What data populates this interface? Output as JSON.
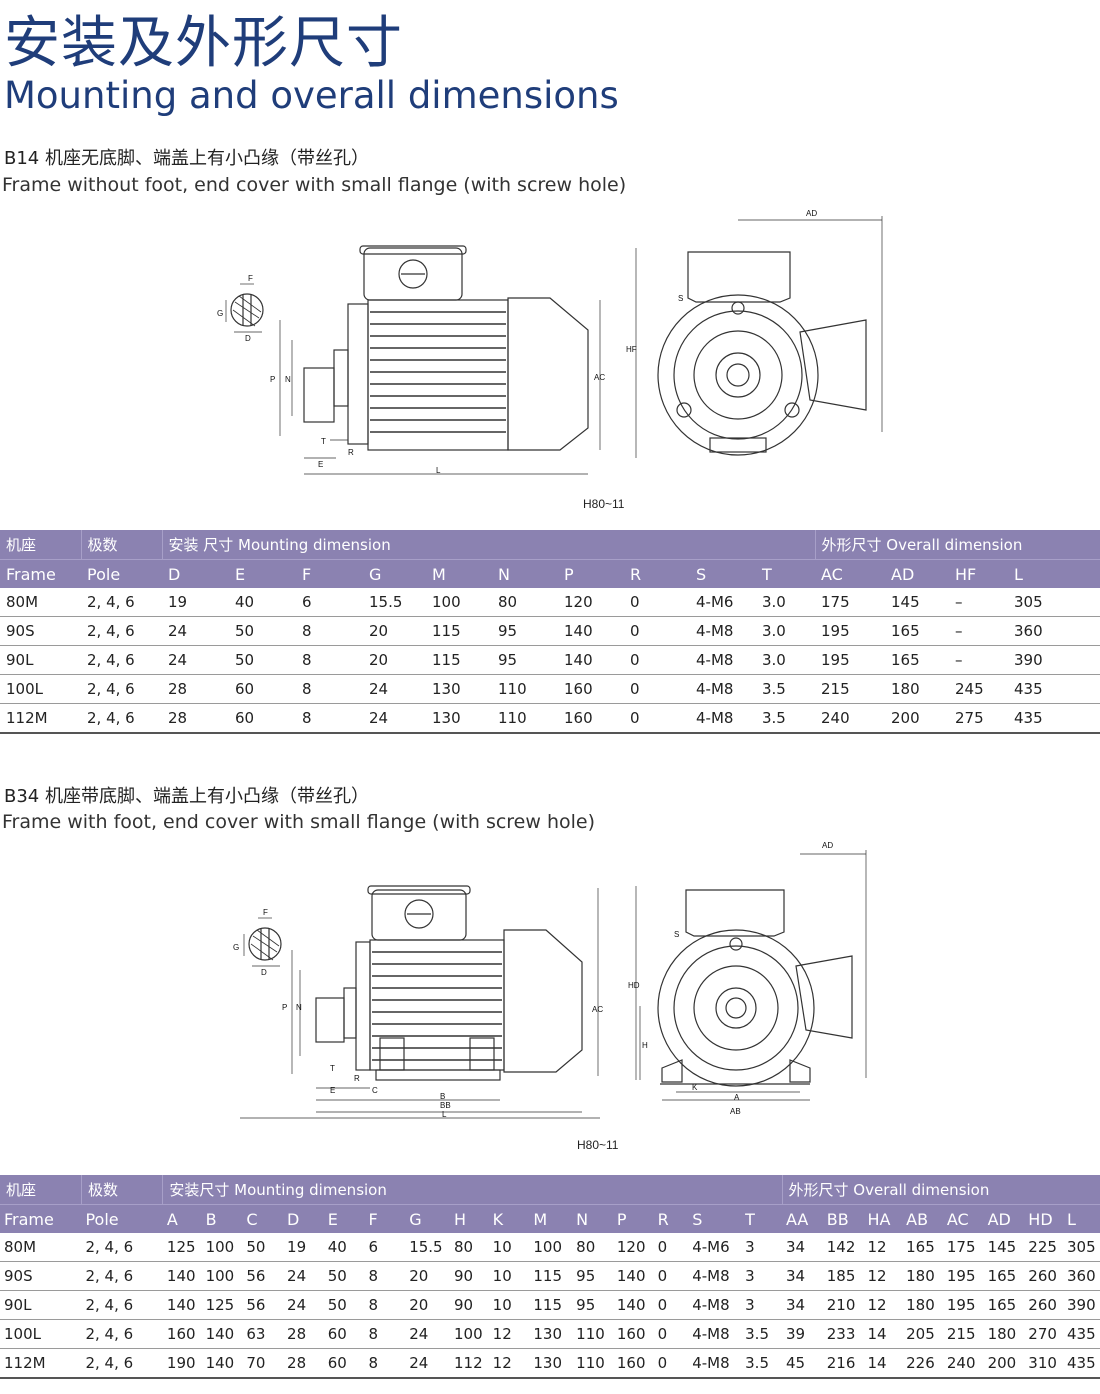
{
  "header": {
    "title_zh": "安装及外形尺寸",
    "title_en": "Mounting and overall dimensions"
  },
  "section_b14": {
    "title_zh": "B14 机座无底脚、端盖上有小凸缘（带丝孔）",
    "title_en": "Frame without foot, end cover with small flange (with screw hole)",
    "caption": "H80~11",
    "labels": [
      "AD",
      "F",
      "G",
      "D",
      "P",
      "N",
      "T",
      "R",
      "E",
      "L",
      "AC",
      "S",
      "HF"
    ],
    "table": {
      "group_frame_zh": "机座",
      "group_pole_zh": "极数",
      "group_mounting": "安装 尺寸 Mounting dimension",
      "group_overall": "外形尺寸 Overall dimension",
      "col_frame": "Frame",
      "col_pole": "Pole",
      "columns": [
        "D",
        "E",
        "F",
        "G",
        "M",
        "N",
        "P",
        "R",
        "S",
        "T",
        "AC",
        "AD",
        "HF",
        "L"
      ],
      "rows": [
        [
          "80M",
          "2, 4, 6",
          "19",
          "40",
          "6",
          "15.5",
          "100",
          "80",
          "120",
          "0",
          "4-M6",
          "3.0",
          "175",
          "145",
          "–",
          "305"
        ],
        [
          "90S",
          "2, 4, 6",
          "24",
          "50",
          "8",
          "20",
          "115",
          "95",
          "140",
          "0",
          "4-M8",
          "3.0",
          "195",
          "165",
          "–",
          "360"
        ],
        [
          "90L",
          "2, 4, 6",
          "24",
          "50",
          "8",
          "20",
          "115",
          "95",
          "140",
          "0",
          "4-M8",
          "3.0",
          "195",
          "165",
          "–",
          "390"
        ],
        [
          "100L",
          "2, 4, 6",
          "28",
          "60",
          "8",
          "24",
          "130",
          "110",
          "160",
          "0",
          "4-M8",
          "3.5",
          "215",
          "180",
          "245",
          "435"
        ],
        [
          "112M",
          "2, 4, 6",
          "28",
          "60",
          "8",
          "24",
          "130",
          "110",
          "160",
          "0",
          "4-M8",
          "3.5",
          "240",
          "200",
          "275",
          "435"
        ]
      ]
    }
  },
  "section_b34": {
    "title_zh": "B34 机座带底脚、端盖上有小凸缘（带丝孔）",
    "title_en": "Frame with foot, end cover with small flange (with screw hole)",
    "caption": "H80~11",
    "labels": [
      "AD",
      "F",
      "G",
      "D",
      "P",
      "N",
      "T",
      "R",
      "E",
      "C",
      "B",
      "BB",
      "L",
      "AC",
      "S",
      "HD",
      "H",
      "K",
      "A",
      "AB"
    ],
    "table": {
      "group_frame_zh": "机座",
      "group_pole_zh": "极数",
      "group_mounting": "安装尺寸 Mounting dimension",
      "group_overall": "外形尺寸 Overall dimension",
      "col_frame": "Frame",
      "col_pole": "Pole",
      "columns": [
        "A",
        "B",
        "C",
        "D",
        "E",
        "F",
        "G",
        "H",
        "K",
        "M",
        "N",
        "P",
        "R",
        "S",
        "T",
        "AA",
        "BB",
        "HA",
        "AB",
        "AC",
        "AD",
        "HD",
        "L"
      ],
      "rows": [
        [
          "80M",
          "2, 4, 6",
          "125",
          "100",
          "50",
          "19",
          "40",
          "6",
          "15.5",
          "80",
          "10",
          "100",
          "80",
          "120",
          "0",
          "4-M6",
          "3",
          "34",
          "142",
          "12",
          "165",
          "175",
          "145",
          "225",
          "305"
        ],
        [
          "90S",
          "2, 4, 6",
          "140",
          "100",
          "56",
          "24",
          "50",
          "8",
          "20",
          "90",
          "10",
          "115",
          "95",
          "140",
          "0",
          "4-M8",
          "3",
          "34",
          "185",
          "12",
          "180",
          "195",
          "165",
          "260",
          "360"
        ],
        [
          "90L",
          "2, 4, 6",
          "140",
          "125",
          "56",
          "24",
          "50",
          "8",
          "20",
          "90",
          "10",
          "115",
          "95",
          "140",
          "0",
          "4-M8",
          "3",
          "34",
          "210",
          "12",
          "180",
          "195",
          "165",
          "260",
          "390"
        ],
        [
          "100L",
          "2, 4, 6",
          "160",
          "140",
          "63",
          "28",
          "60",
          "8",
          "24",
          "100",
          "12",
          "130",
          "110",
          "160",
          "0",
          "4-M8",
          "3.5",
          "39",
          "233",
          "14",
          "205",
          "215",
          "180",
          "270",
          "435"
        ],
        [
          "112M",
          "2, 4, 6",
          "190",
          "140",
          "70",
          "28",
          "60",
          "8",
          "24",
          "112",
          "12",
          "130",
          "110",
          "160",
          "0",
          "4-M8",
          "3.5",
          "45",
          "216",
          "14",
          "226",
          "240",
          "200",
          "310",
          "435"
        ]
      ]
    }
  }
}
